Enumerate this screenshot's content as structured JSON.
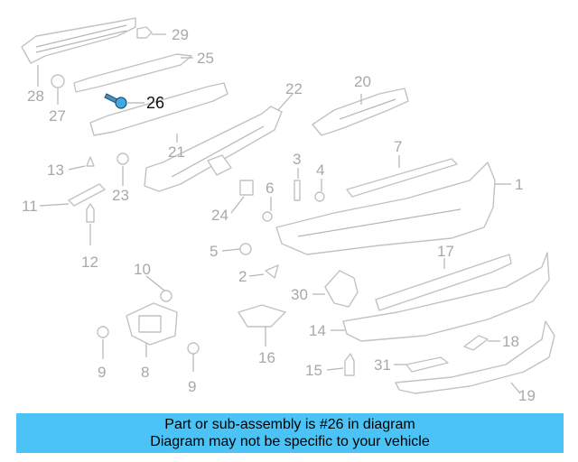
{
  "diagram": {
    "highlight_label": "26",
    "labels": [
      "29",
      "25",
      "28",
      "27",
      "20",
      "22",
      "21",
      "13",
      "23",
      "7",
      "3",
      "4",
      "1",
      "11",
      "6",
      "24",
      "12",
      "5",
      "17",
      "10",
      "2",
      "30",
      "14",
      "18",
      "8",
      "9",
      "16",
      "15",
      "31",
      "19"
    ]
  },
  "caption": {
    "line1": "Part or sub-assembly is #26 in diagram",
    "line2": "Diagram may not be specific to your vehicle"
  }
}
